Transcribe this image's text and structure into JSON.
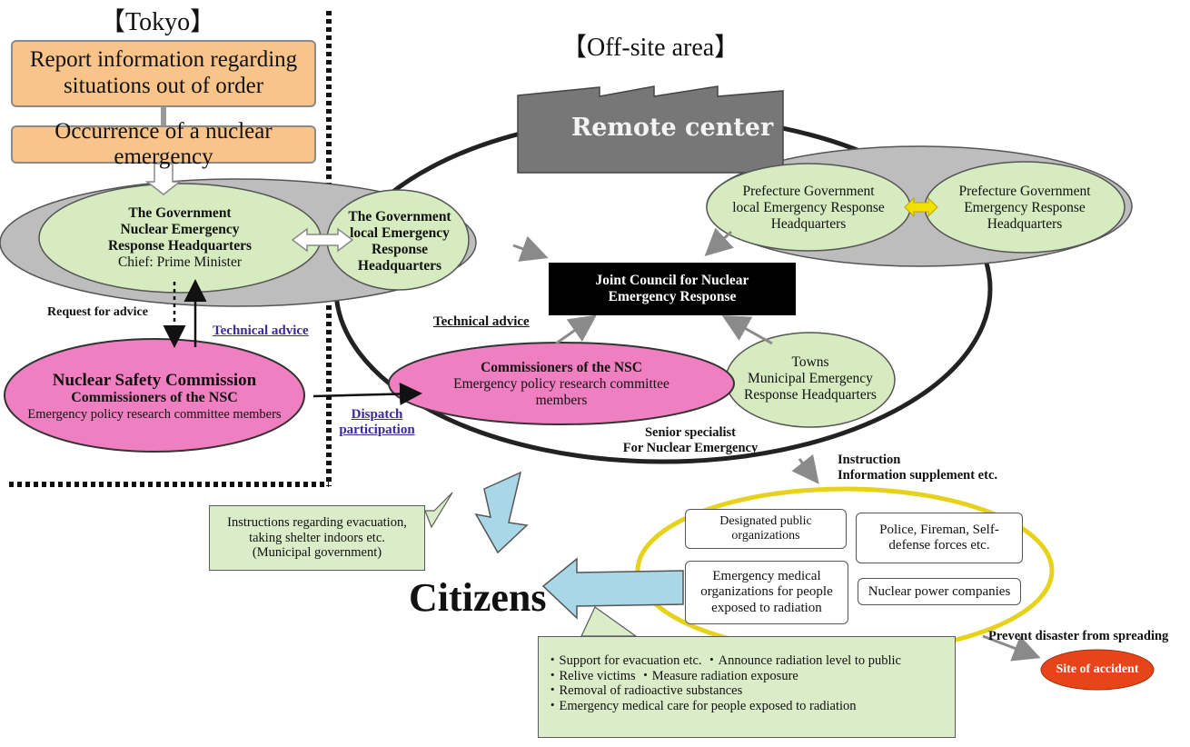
{
  "headers": {
    "tokyo": "【Tokyo】",
    "offsite": "【Off-site area】",
    "remote_center": "Remote center"
  },
  "tokyo_flow": {
    "report": [
      "Report information regarding",
      "situations out of order"
    ],
    "occurrence": "Occurrence of a nuclear emergency"
  },
  "gov_hq": [
    "The Government",
    "Nuclear Emergency",
    "Response Headquarters",
    "Chief: Prime Minister"
  ],
  "gov_local_hq": [
    "The Government",
    "local Emergency",
    "Response",
    "Headquarters"
  ],
  "pref_local_hq": [
    "Prefecture Government",
    "local Emergency Response",
    "Headquarters"
  ],
  "pref_hq": [
    "Prefecture Government",
    "Emergency Response",
    "Headquarters"
  ],
  "joint_council": [
    "Joint Council for Nuclear",
    "Emergency Response"
  ],
  "nsc_tokyo": {
    "title": "Nuclear Safety Commission",
    "sub": "Commissioners of the NSC",
    "members": "Emergency policy research committee members"
  },
  "nsc_offsite": [
    "Commissioners of the NSC",
    "Emergency policy research committee",
    "members"
  ],
  "towns": [
    "Towns",
    "Municipal Emergency",
    "Response Headquarters"
  ],
  "labels": {
    "request_advice": "Request for advice",
    "technical_advice_link": "Technical advice",
    "technical_advice": "Technical advice",
    "dispatch": [
      "Dispatch",
      "participation"
    ],
    "senior_specialist": [
      "Senior specialist",
      "For Nuclear Emergency"
    ],
    "instruction": [
      "Instruction",
      "Information supplement  etc."
    ],
    "prevent": "Prevent disaster from spreading",
    "site_accident": "Site of accident",
    "citizens": "Citizens"
  },
  "organizations": {
    "designated": [
      "Designated public",
      "organizations"
    ],
    "police": [
      "Police, Fireman, Self-",
      "defense forces etc."
    ],
    "medical": [
      "Emergency medical",
      "organizations for people",
      "exposed to radiation"
    ],
    "nuclear_power": "Nuclear power companies"
  },
  "instructions_box": [
    "Instructions regarding evacuation,",
    "taking shelter indoors etc.",
    "(Municipal government)"
  ],
  "support_box": [
    "・Support  for evacuation etc.    ・Announce radiation level to public",
    "・Relive victims    ・Measure radiation exposure",
    "・Removal of radioactive substances",
    "・Emergency medical care for people exposed to radiation"
  ],
  "colors": {
    "orange": "#f8c48a",
    "light_green": "#d6ecc0",
    "pink": "#ef7fc0",
    "gray": "#bdbdbd",
    "building": "#777777",
    "black_box": "#000000",
    "site_red": "#e8441a",
    "yellow_ring": "#e6d21a",
    "arrow_blue": "#a8d8e8",
    "link_purple": "#3a2a9a"
  },
  "icons": [
    "building-icon",
    "arrow-icon"
  ]
}
